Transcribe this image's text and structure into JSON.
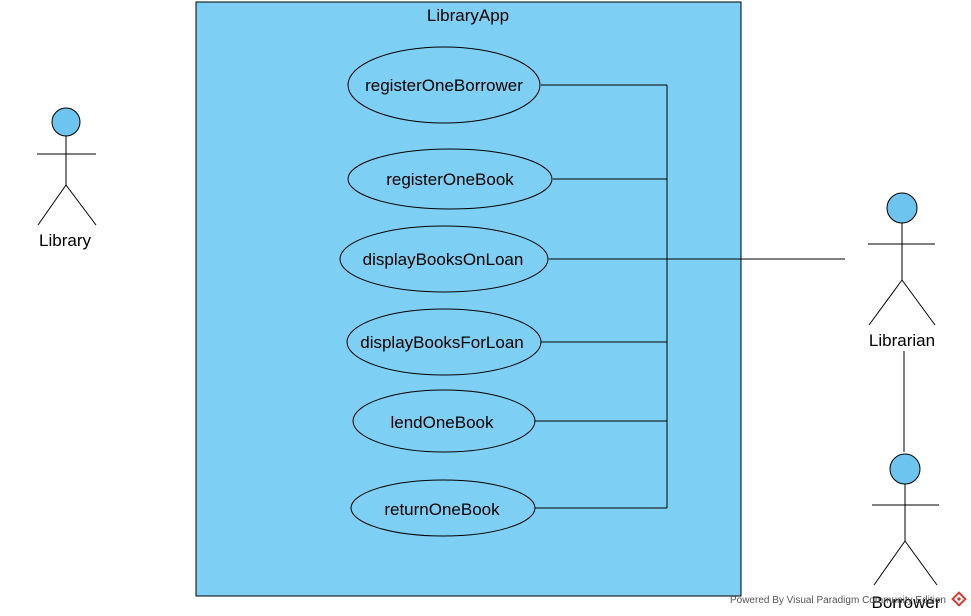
{
  "system": {
    "name": "LibraryApp"
  },
  "use_cases": [
    {
      "id": "registerOneBorrower",
      "label": "registerOneBorrower"
    },
    {
      "id": "registerOneBook",
      "label": "registerOneBook"
    },
    {
      "id": "displayBooksOnLoan",
      "label": "displayBooksOnLoan"
    },
    {
      "id": "displayBooksForLoan",
      "label": "displayBooksForLoan"
    },
    {
      "id": "lendOneBook",
      "label": "lendOneBook"
    },
    {
      "id": "returnOneBook",
      "label": "returnOneBook"
    }
  ],
  "actors": [
    {
      "id": "library",
      "label": "Library"
    },
    {
      "id": "librarian",
      "label": "Librarian"
    },
    {
      "id": "borrower",
      "label": "Borrower"
    }
  ],
  "footer": {
    "text": "Powered By  Visual Paradigm Community Edition"
  },
  "colors": {
    "system_fill": "#7ecff4",
    "use_case_fill": "#7ecff4",
    "actor_head_fill": "#6cc4ef",
    "stroke": "#000000",
    "footer_logo": "#d9382c"
  }
}
